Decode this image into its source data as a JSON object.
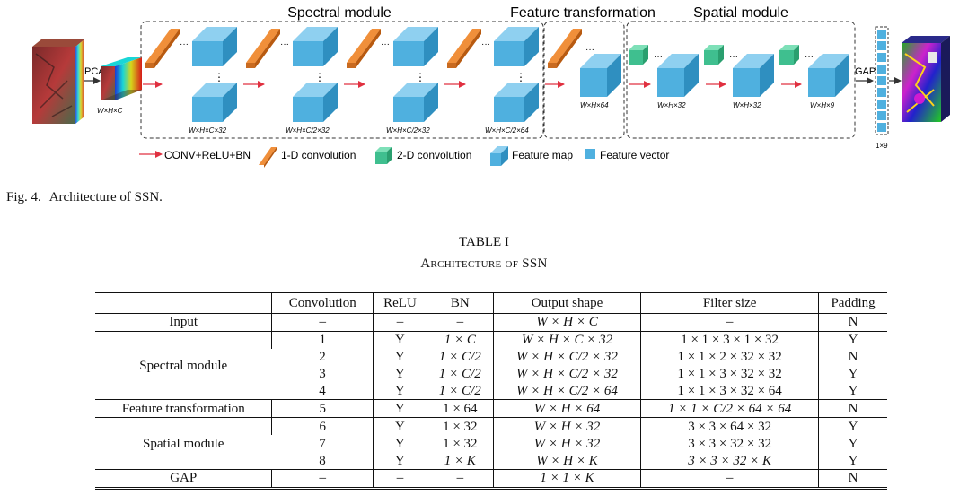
{
  "figure": {
    "modules": {
      "spectral": "Spectral module",
      "feature": "Feature transformation",
      "spatial": "Spatial module"
    },
    "labels": {
      "pca": "PCA",
      "gap": "GAP",
      "input_shape": "W×H×C",
      "spec1": "W×H×C×32",
      "spec2": "W×H×C/2×32",
      "spec3": "W×H×C/2×32",
      "spec4": "W×H×C/2×64",
      "feat": "W×H×64",
      "spat1": "W×H×32",
      "spat2": "W×H×32",
      "spat3": "W×H×9",
      "vector": "1×9",
      "dots": "···",
      "vdots": "⋮"
    },
    "legend": {
      "conv": "CONV+ReLU+BN",
      "conv1d": "1-D convolution",
      "conv2d": "2-D convolution",
      "fmap": "Feature map",
      "fvec": "Feature vector"
    },
    "colors": {
      "orange": "#e07a20",
      "blue": "#4fb0df",
      "green": "#3fbf8f",
      "arrow_red": "#e03040"
    }
  },
  "caption": {
    "number": "Fig. 4.",
    "text": "Architecture of SSN."
  },
  "table": {
    "label": "TABLE I",
    "title": "Architecture of SSN",
    "headers": [
      "",
      "Convolution",
      "ReLU",
      "BN",
      "Output shape",
      "Filter size",
      "Padding"
    ],
    "input_row": {
      "name": "Input",
      "conv": "–",
      "relu": "–",
      "bn": "–",
      "shape": "W × H × C",
      "filter": "–",
      "pad": "N"
    },
    "spectral_name": "Spectral module",
    "spectral": [
      {
        "conv": "1",
        "relu": "Y",
        "bn": "1 × C",
        "shape": "W × H × C × 32",
        "filter": "1 × 1 × 3 × 1 × 32",
        "pad": "Y"
      },
      {
        "conv": "2",
        "relu": "Y",
        "bn": "1 × C/2",
        "shape": "W × H × C/2 × 32",
        "filter": "1 × 1 × 2 × 32 × 32",
        "pad": "N"
      },
      {
        "conv": "3",
        "relu": "Y",
        "bn": "1 × C/2",
        "shape": "W × H × C/2 × 32",
        "filter": "1 × 1 × 3 × 32 × 32",
        "pad": "Y"
      },
      {
        "conv": "4",
        "relu": "Y",
        "bn": "1 × C/2",
        "shape": "W × H × C/2 × 64",
        "filter": "1 × 1 × 3 × 32 × 64",
        "pad": "Y"
      }
    ],
    "feature_row": {
      "name": "Feature transformation",
      "conv": "5",
      "relu": "Y",
      "bn": "1 × 64",
      "shape": "W × H × 64",
      "filter": "1 × 1 × C/2 × 64 × 64",
      "pad": "N"
    },
    "spatial_name": "Spatial module",
    "spatial": [
      {
        "conv": "6",
        "relu": "Y",
        "bn": "1 × 32",
        "shape": "W × H × 32",
        "filter": "3 × 3 × 64 × 32",
        "pad": "Y"
      },
      {
        "conv": "7",
        "relu": "Y",
        "bn": "1 × 32",
        "shape": "W × H × 32",
        "filter": "3 × 3 × 32 × 32",
        "pad": "Y"
      },
      {
        "conv": "8",
        "relu": "Y",
        "bn": "1 × K",
        "shape": "W × H × K",
        "filter": "3 × 3 × 32 × K",
        "pad": "Y"
      }
    ],
    "gap_row": {
      "name": "GAP",
      "conv": "–",
      "relu": "–",
      "bn": "–",
      "shape": "1 × 1 × K",
      "filter": "–",
      "pad": "N"
    }
  }
}
